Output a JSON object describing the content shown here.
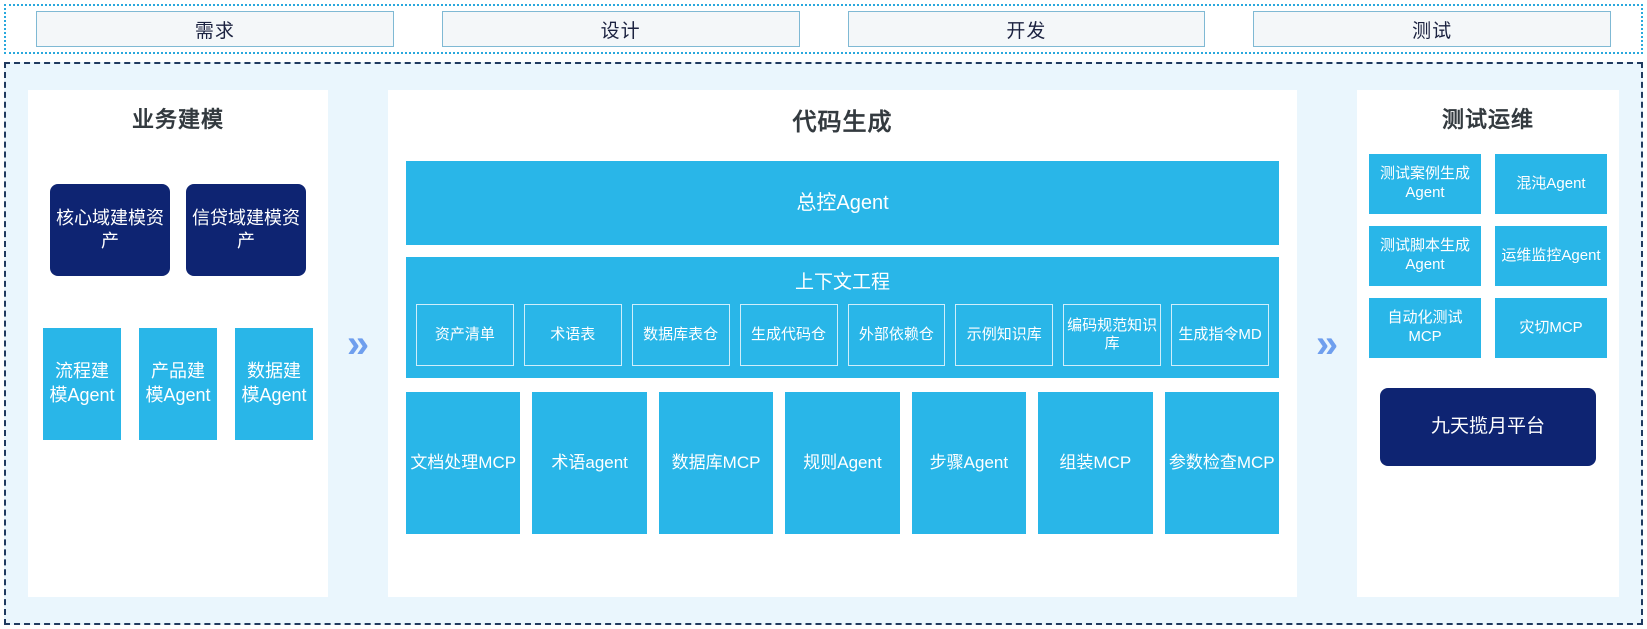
{
  "phases": [
    {
      "label": "需求"
    },
    {
      "label": "设计"
    },
    {
      "label": "开发"
    },
    {
      "label": "测试"
    }
  ],
  "connectors": {
    "chevron": "»"
  },
  "panels": {
    "left": {
      "title": "业务建模",
      "assets": [
        {
          "label": "核心域建模资产"
        },
        {
          "label": "信贷域建模资产"
        }
      ],
      "agents": [
        {
          "label": "流程建模Agent"
        },
        {
          "label": "产品建模Agent"
        },
        {
          "label": "数据建模Agent"
        }
      ]
    },
    "center": {
      "title": "代码生成",
      "banner": "总控Agent",
      "context": {
        "title": "上下文工程",
        "items": [
          {
            "label": "资产清单"
          },
          {
            "label": "术语表"
          },
          {
            "label": "数据库表仓"
          },
          {
            "label": "生成代码仓"
          },
          {
            "label": "外部依赖仓"
          },
          {
            "label": "示例知识库"
          },
          {
            "label": "编码规范知识库"
          },
          {
            "label": "生成指令MD"
          }
        ]
      },
      "tools": [
        {
          "label": "文档处理MCP"
        },
        {
          "label": "术语agent"
        },
        {
          "label": "数据库MCP"
        },
        {
          "label": "规则Agent"
        },
        {
          "label": "步骤Agent"
        },
        {
          "label": "组装MCP"
        },
        {
          "label": "参数检查MCP"
        }
      ]
    },
    "right": {
      "title": "测试运维",
      "cards": [
        {
          "label": "测试案例生成Agent"
        },
        {
          "label": "混沌Agent"
        },
        {
          "label": "测试脚本生成Agent"
        },
        {
          "label": "运维监控Agent"
        },
        {
          "label": "自动化测试MCP"
        },
        {
          "label": "灾切MCP"
        }
      ],
      "platform": "九天揽月平台"
    }
  },
  "colors": {
    "cyan": "#29b6e8",
    "navy": "#0e2472",
    "board_bg": "#eaf6fd",
    "chevron": "#6f9fee",
    "tab_border": "#7fb9d4"
  }
}
